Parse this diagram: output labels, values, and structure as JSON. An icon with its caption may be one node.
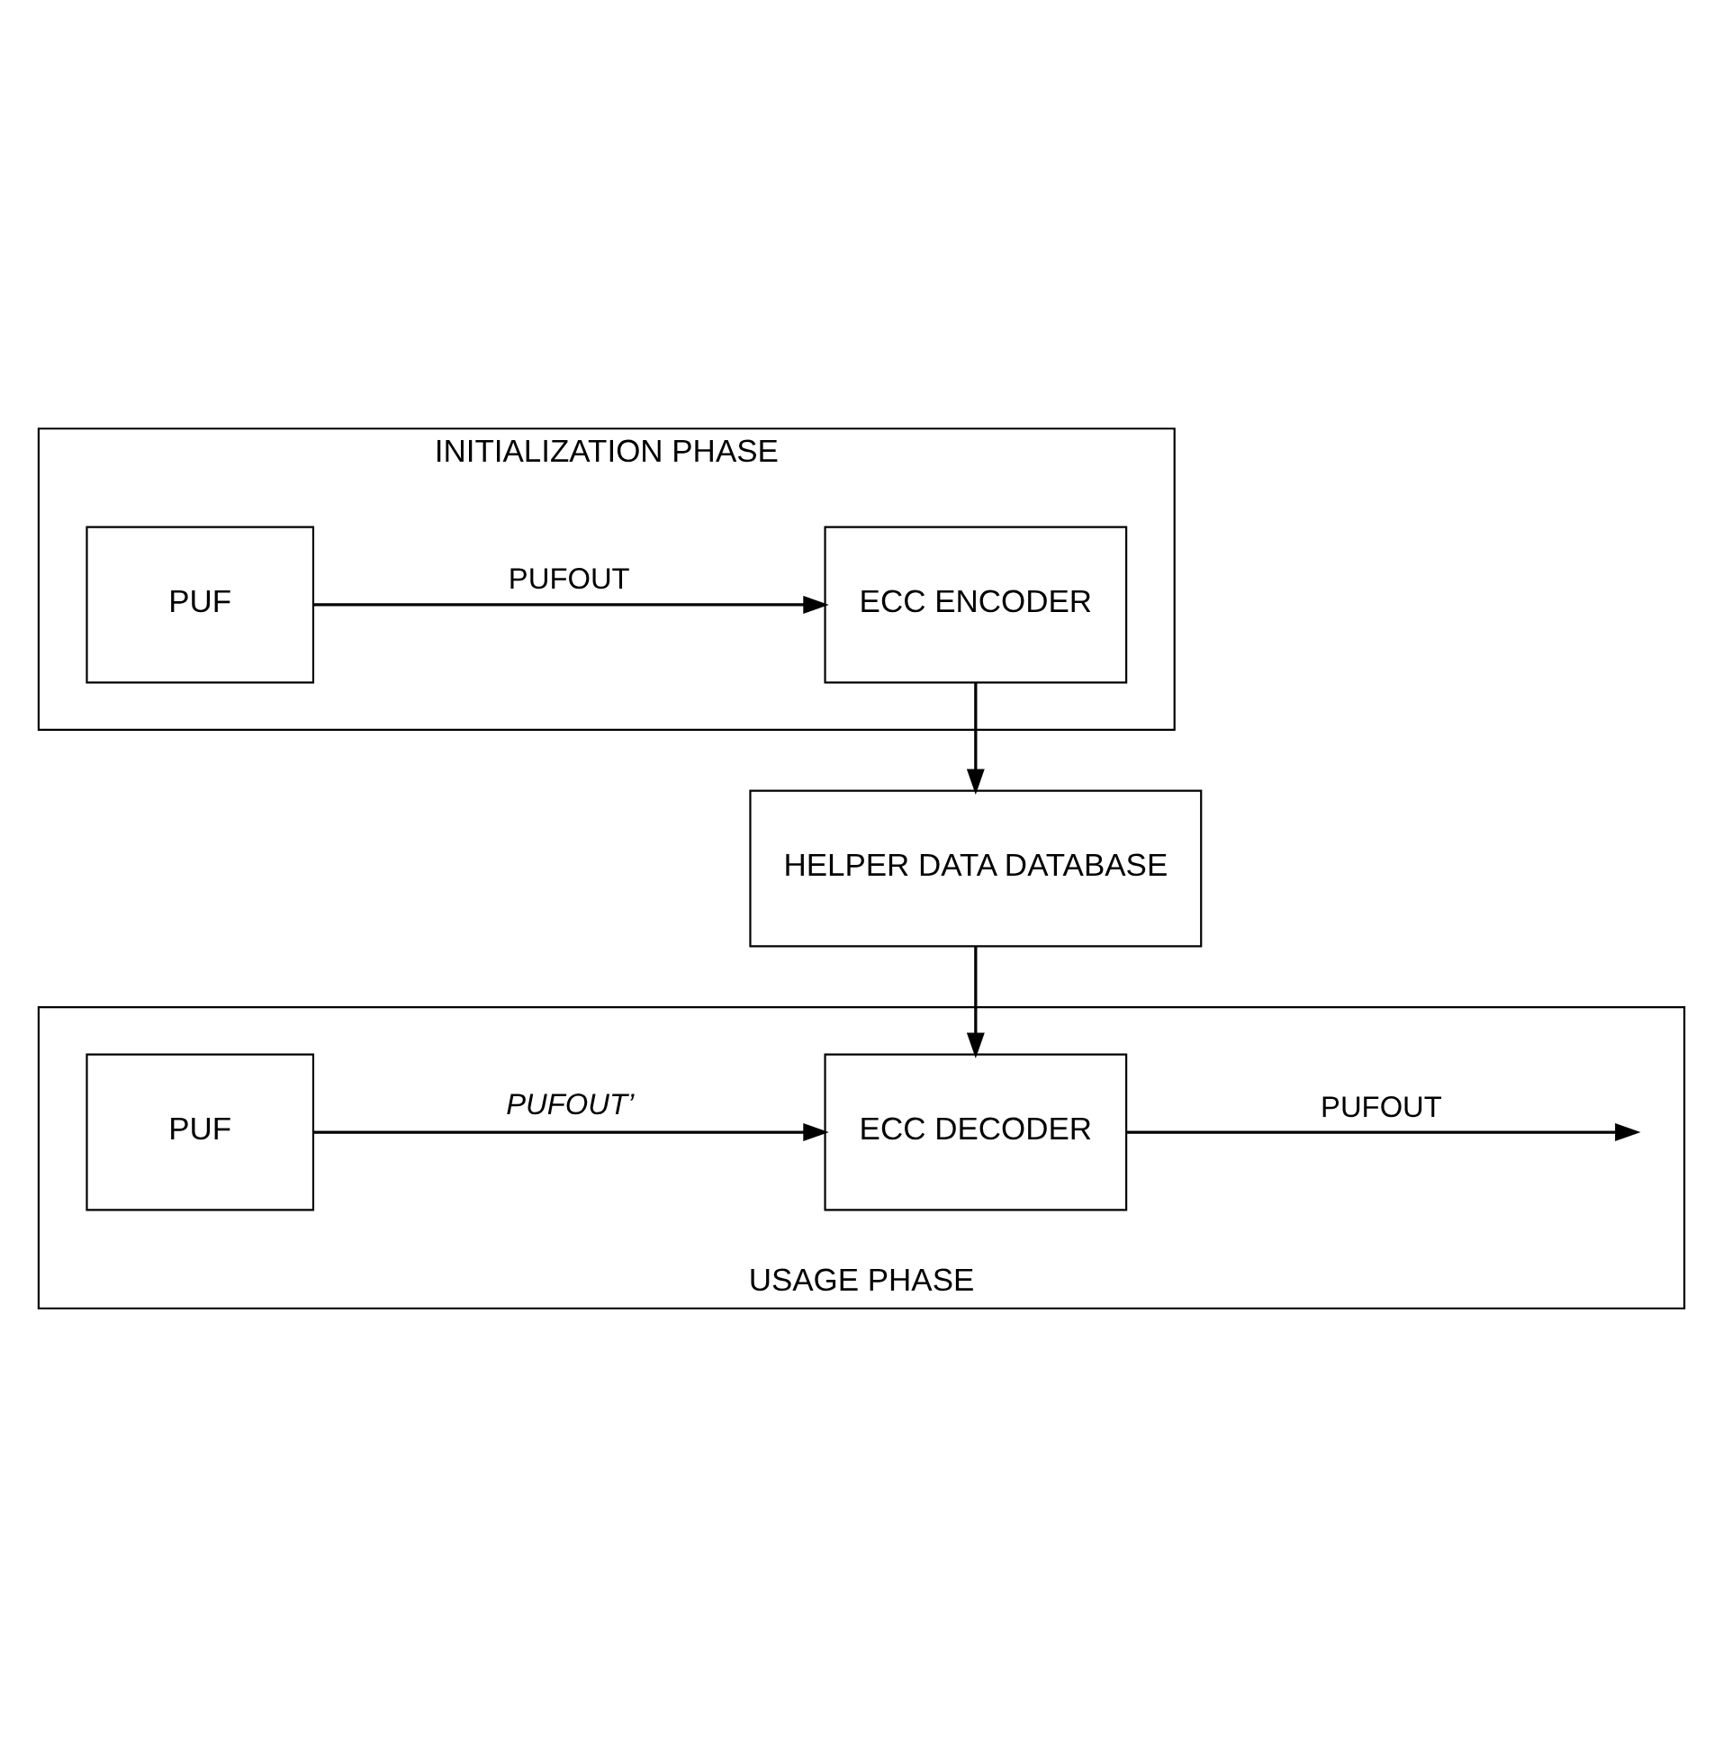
{
  "diagram": {
    "nodes": [
      {
        "text": [
          "INITIALIZATION PHASE"
        ]
      },
      {
        "text": [
          "PUF"
        ],
        "in": 0
      },
      {
        "text": [
          "ECC ENCODER"
        ],
        "in": 0
      },
      {
        "text": [
          "HELPER DATA DATABASE"
        ]
      },
      {
        "text": [
          "USAGE PHASE"
        ]
      },
      {
        "text": [
          "PUF"
        ],
        "in": 4
      },
      {
        "text": [
          "ECC DECODER"
        ],
        "in": 4
      }
    ],
    "edges": [
      {
        "from": 1,
        "to": 2,
        "arrow": "to",
        "label": "PUFOUT"
      },
      {
        "from": 2,
        "to": 3,
        "arrow": "to"
      },
      {
        "from": 3,
        "to": 6,
        "arrow": "to"
      },
      {
        "from": 5,
        "to": 6,
        "arrow": "to",
        "label": "PUFOUT’"
      },
      {
        "from": 6,
        "to": null,
        "arrow": "to",
        "label": "PUFOUT"
      }
    ]
  }
}
